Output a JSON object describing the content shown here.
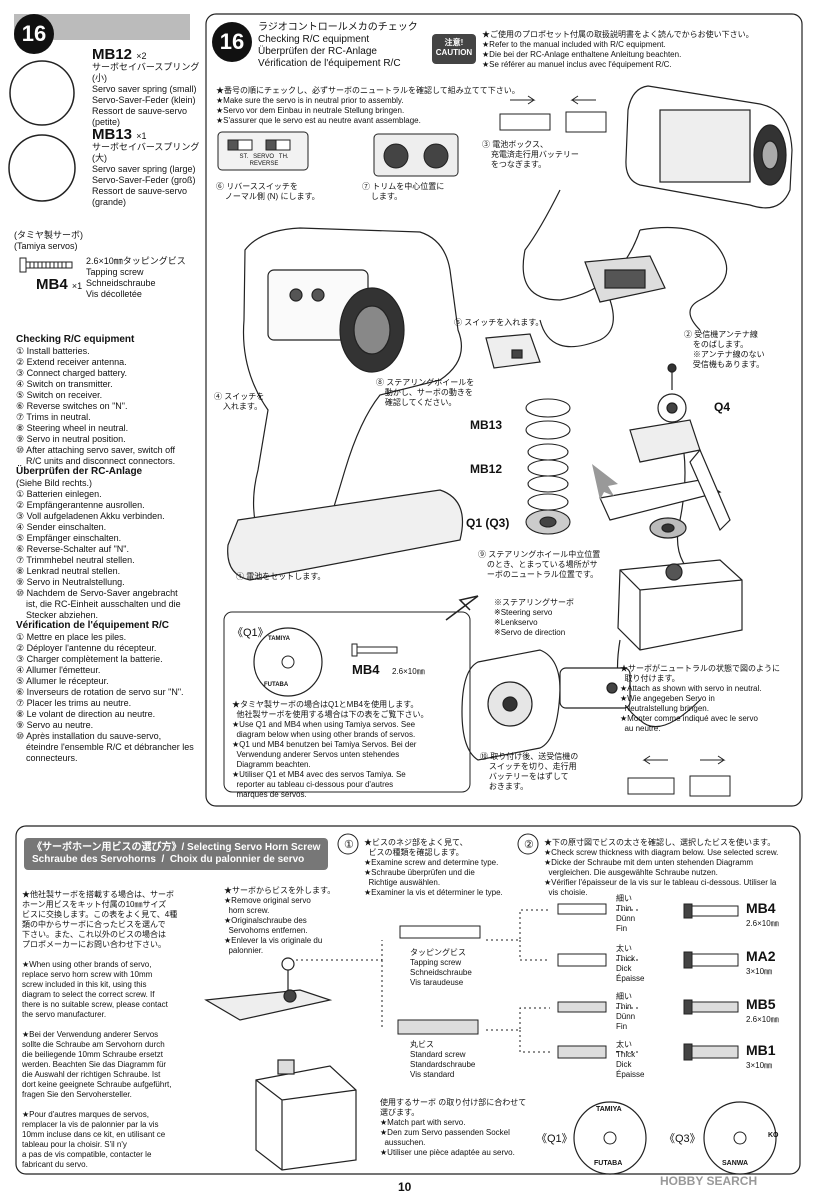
{
  "page_number": "10",
  "watermark": "HOBBY SEARCH",
  "step_badge": "16",
  "left_panel": {
    "mb12": {
      "code": "MB12",
      "qty": "×2",
      "text": "サーボセイバースプリング\n(小)\nServo saver spring (small)\nServo-Saver-Feder (klein)\nRessort de sauve-servo\n(petite)"
    },
    "mb13": {
      "code": "MB13",
      "qty": "×1",
      "text": "サーボセイバースプリング\n(大)\nServo saver spring (large)\nServo-Saver-Feder (groß)\nRessort de sauve-servo\n(grande)"
    },
    "tamiya_servos": "(タミヤ製サーボ)\n(Tamiya servos)",
    "mb4": {
      "code": "MB4",
      "qty": "×1",
      "text": "2.6×10㎜タッピングビス\nTapping screw\nSchneidschraube\nVis décolletée"
    }
  },
  "check_en": {
    "title": "Checking R/C equipment",
    "lines": "① Install batteries.\n② Extend receiver antenna.\n③ Connect charged battery.\n④ Switch on transmitter.\n⑤ Switch on receiver.\n⑥ Reverse switches on \"N\".\n⑦ Trims in neutral.\n⑧ Steering wheel in neutral.\n⑨ Servo in neutral position.\n⑩ After attaching servo saver, switch off\n    R/C units and disconnect connectors."
  },
  "check_de": {
    "title": "Überprüfen der RC-Anlage",
    "sub": "(Siehe Bild rechts.)",
    "lines": "① Batterien einlegen.\n② Empfängerantenne ausrollen.\n③ Voll aufgeladenen Akku verbinden.\n④ Sender einschalten.\n⑤ Empfänger einschalten.\n⑥ Reverse-Schalter auf \"N\".\n⑦ Trimmhebel neutral stellen.\n⑧ Lenkrad neutral stellen.\n⑨ Servo in Neutralstellung.\n⑩ Nachdem de Servo-Saver angebracht\n    ist, die RC-Einheit ausschalten und die\n    Stecker abziehen."
  },
  "check_fr": {
    "title": "Vérification de l'équipement R/C",
    "lines": "① Mettre en place les piles.\n② Déployer l'antenne du récepteur.\n③ Charger complètement la batterie.\n④ Allumer l'émetteur.\n⑤ Allumer le récepteur.\n⑥ Inverseurs de rotation de servo sur \"N\".\n⑦ Placer les trims au neutre.\n⑧ Le volant de direction au neutre.\n⑨ Servo au neutre.\n⑩ Après installation du sauve-servo,\n    éteindre l'ensemble R/C et débrancher les\n    connecteurs."
  },
  "main": {
    "title": "ラジオコントロールメカのチェック\nChecking R/C equipment\nÜberprüfen der RC-Anlage\nVérification de l'équipement R/C",
    "caution_badge": "注意!\nCAUTION",
    "caution_text": "★ご使用のプロポセット付属の取扱説明書をよく読んでからお使い下さい。\n★Refer to the manual included with R/C equipment.\n★Die bei der RC-Anlage enthaltene Anleitung beachten.\n★Se référer au manuel inclus avec l'équipement R/C.",
    "neutral_note": "★番号の順にチェックし、必ずサーボのニュートラルを確認して組み立てて下さい。\n★Make sure the servo is in neutral prior to assembly.\n★Servo vor dem Einbau in neutrale Stellung bringen.\n★S'assurer que le servo est au neutre avant assemblage.",
    "sw_label": "ST.   SERVO   TH.\nREVERSE",
    "s6": "⑥ リバーススイッチを\n    ノーマル側 (N) にします。",
    "s7": "⑦ トリムを中心位置に\n    します。",
    "s3": "③ 電池ボックス、\n    充電済走行用バッテリー\n    をつなぎます。",
    "s5": "⑤ スイッチを入れます。",
    "s2": "② 受信機アンテナ線\n    をのばします。\n    ※アンテナ線のない\n    受信機もあります。",
    "s4": "④ スイッチを\n    入れます。",
    "s8": "⑧ ステアリングホイールを\n    動かし、サーボの動きを\n    確認してください。",
    "s1": "① 電池をセットします。",
    "s9": "⑨ ステアリングホイール中立位置\n    のとき、とまっている場所がサ\n    ーボのニュートラル位置です。",
    "steering_servo": "※ステアリングサーボ\n※Steering servo\n※Lenkservo\n※Servo de direction",
    "attach_note": "★サーボがニュートラルの状態で図のように\n  取り付けます。\n★Attach as shown with servo in neutral.\n★Wie angegeben Servo in\n  Neutralstellung bringen.\n★Monter comme indiqué avec le servo\n  au neutre.",
    "s10": "⑩ 取り付け後、送受信機の\n    スイッチを切り、走行用\n    バッテリーをはずして\n    おきます。",
    "lbl_mb13": "MB13",
    "lbl_mb12": "MB12",
    "lbl_q1": "Q1 (Q3)",
    "lbl_q4": "Q4",
    "inset_q1": "《Q1》",
    "inset_mb4": "MB4",
    "inset_mb4_size": "2.6×10㎜",
    "inset_note": "★タミヤ製サーボの場合はQ1とMB4を使用します。\n  他社製サーボを使用する場合は下の表をご覧下さい。\n★Use Q1 and MB4 when using Tamiya servos. See\n  diagram below when using other brands of servos.\n★Q1 und MB4 benutzen bei Tamiya Servos. Bei der\n  Verwendung anderer Servos unten stehendes\n  Diagramm beachten.\n★Utiliser Q1 et MB4 avec des servos Tamiya. Se\n  reporter au tableau ci-dessous pour d'autres\n  marques de servos.",
    "tamiya_top": "TAMIYA",
    "futaba": "FUTABA"
  },
  "bottom": {
    "header": "《サーボホーン用ビスの選び方》/ Selecting Servo Horn Screw\nSchraube des Servohorns  /  Choix du palonnier de servo",
    "intro": "★他社製サーボを搭載する場合は、サーボ\nホーン用ビスをキット付属の10㎜サイズ\nビスに交換します。この表をよく見て、4種\n類の中からサーボに合ったビスを選んで\n下さい。また、これ以外のビスの場合は\nプロポメーカーにお問い合わせ下さい。\n\n★When using other brands of servo,\nreplace servo horn screw with 10mm\nscrew included in this kit, using this\ndiagram to select the correct screw. If\nthere is no suitable screw, please contact\nthe servo manufacturer.\n\n★Bei der Verwendung anderer Servos\nsollte die Schraube am Servohorn durch\ndie beiliegende 10mm Schraube ersetzt\nwerden. Beachten Sie das Diagramm für\ndie Auswahl der richtigen Schraube. Ist\ndort keine geeignete Schraube aufgeführt,\nfragen Sie den Servohersteller.\n\n★Pour d'autres marques de servos,\nremplacer la vis de palonnier par la vis\n10mm incluse dans ce kit, en utilisant ce\ntableau pour la choisir. S'il n'y\na pas de vis compatible, contacter le\nfabricant du servo.",
    "remove": "★サーボからビスを外します。\n★Remove original servo\n  horn screw.\n★Originalschraube des\n  Servohorns entfernen.\n★Enlever la vis originale du\n  palonnier.",
    "step1": "★ビスのネジ部をよく見て、\n  ビスの種類を確認します。\n★Examine screw and determine type.\n★Schraube überprüfen und die\n  Richtige auswählen.\n★Examiner la vis et déterminer le type.",
    "step2": "★下の原寸図でビスの太さを確認し、選択したビスを使います。\n★Check screw thickness with diagram below. Use selected screw.\n★Dicke der Schraube mit dem unten stehenden Diagramm\n  vergleichen. Die ausgewählte Schraube nutzen.\n★Vérifier l'épaisseur de la vis sur le tableau ci-dessous. Utiliser la\n  vis choisie.",
    "tapping": "タッピングビス\nTapping screw\nSchneidschraube\nVis taraudeuse",
    "standard": "丸ビス\nStandard screw\nStandardschraube\nVis standard",
    "thin": "細い\nThin\nDünn\nFin",
    "thick": "太い\nThick\nDick\nÉpaisse",
    "thin2": "細い\nThin\nDünn\nFin",
    "thick2": "太い\nThick\nDick\nÉpaisse",
    "mb4": "MB4",
    "mb4_size": "2.6×10㎜",
    "ma2": "MA2",
    "ma2_size": "3×10㎜",
    "mb5": "MB5",
    "mb5_size": "2.6×10㎜",
    "mb1": "MB1",
    "mb1_size": "3×10㎜",
    "match": "使用するサーボ の取り付け部に合わせて\n選びます。\n★Match part with servo.\n★Den zum Servo passenden Sockel\n  aussuchen.\n★Utiliser une pièce adaptée au servo.",
    "q1": "《Q1》",
    "q3": "《Q3》",
    "tamiya": "TAMIYA",
    "futaba": "FUTABA",
    "ko": "KO",
    "sanwa": "SANWA"
  }
}
